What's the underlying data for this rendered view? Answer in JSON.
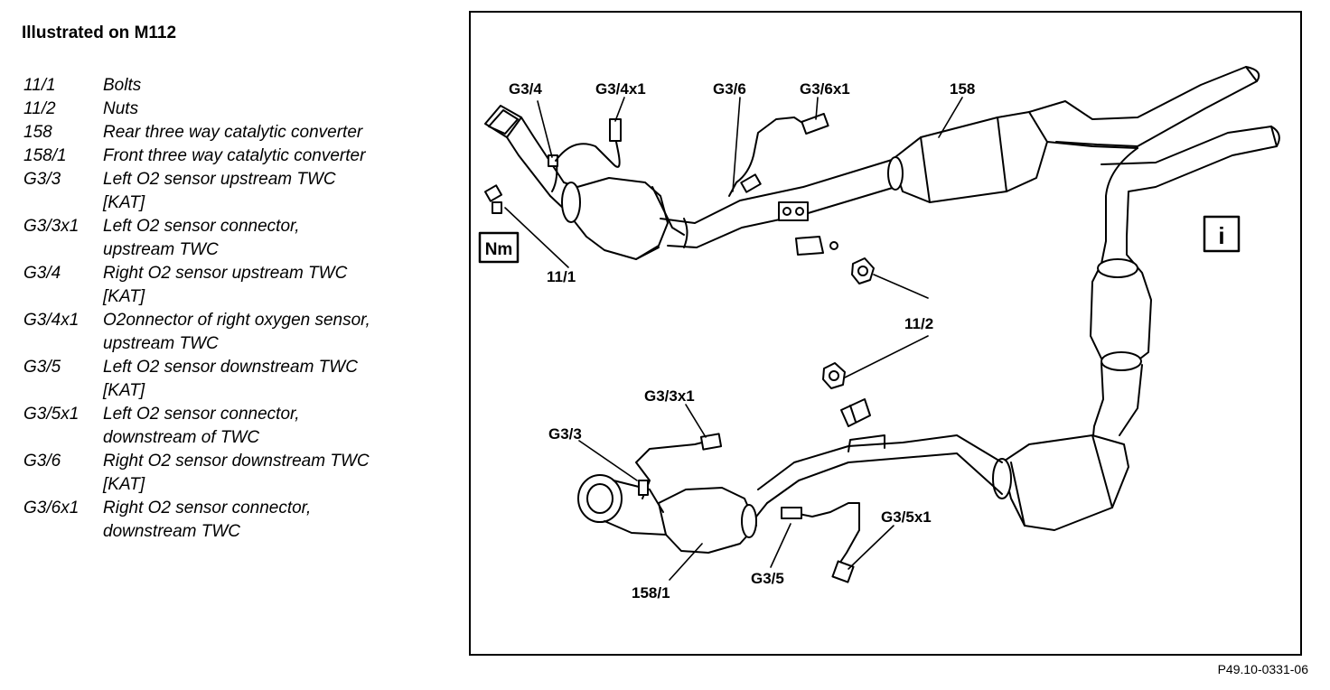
{
  "title": "Illustrated on M112",
  "legend": [
    {
      "code": "11/1",
      "lines": [
        "Bolts"
      ]
    },
    {
      "code": "11/2",
      "lines": [
        "Nuts"
      ]
    },
    {
      "code": "158",
      "lines": [
        "Rear three way catalytic converter"
      ]
    },
    {
      "code": "158/1",
      "lines": [
        "Front three way catalytic converter"
      ]
    },
    {
      "code": "G3/3",
      "lines": [
        "Left O2 sensor upstream TWC",
        "[KAT]"
      ]
    },
    {
      "code": "G3/3x1",
      "lines": [
        "Left O2 sensor connector,",
        "upstream TWC"
      ]
    },
    {
      "code": "G3/4",
      "lines": [
        "Right O2 sensor upstream TWC",
        "[KAT]"
      ]
    },
    {
      "code": "G3/4x1",
      "lines": [
        "O2onnector of right oxygen sensor,",
        "upstream TWC"
      ]
    },
    {
      "code": "G3/5",
      "lines": [
        "Left O2 sensor downstream TWC",
        "[KAT]"
      ]
    },
    {
      "code": "G3/5x1",
      "lines": [
        "Left O2 sensor connector,",
        "downstream of TWC"
      ]
    },
    {
      "code": "G3/6",
      "lines": [
        "Right O2 sensor downstream TWC",
        "[KAT]"
      ]
    },
    {
      "code": "G3/6x1",
      "lines": [
        "Right O2 sensor connector,",
        "downstream TWC"
      ]
    }
  ],
  "callouts": {
    "g34": "G3/4",
    "g34x1": "G3/4x1",
    "g36": "G3/6",
    "g36x1": "G3/6x1",
    "c158": "158",
    "c111": "11/1",
    "c112": "11/2",
    "g33x1": "G3/3x1",
    "g33": "G3/3",
    "g35x1": "G3/5x1",
    "g35": "G3/5",
    "c1581": "158/1"
  },
  "badges": {
    "torque": "Nm",
    "info": "i"
  },
  "figure_ref": "P49.10-0331-06"
}
